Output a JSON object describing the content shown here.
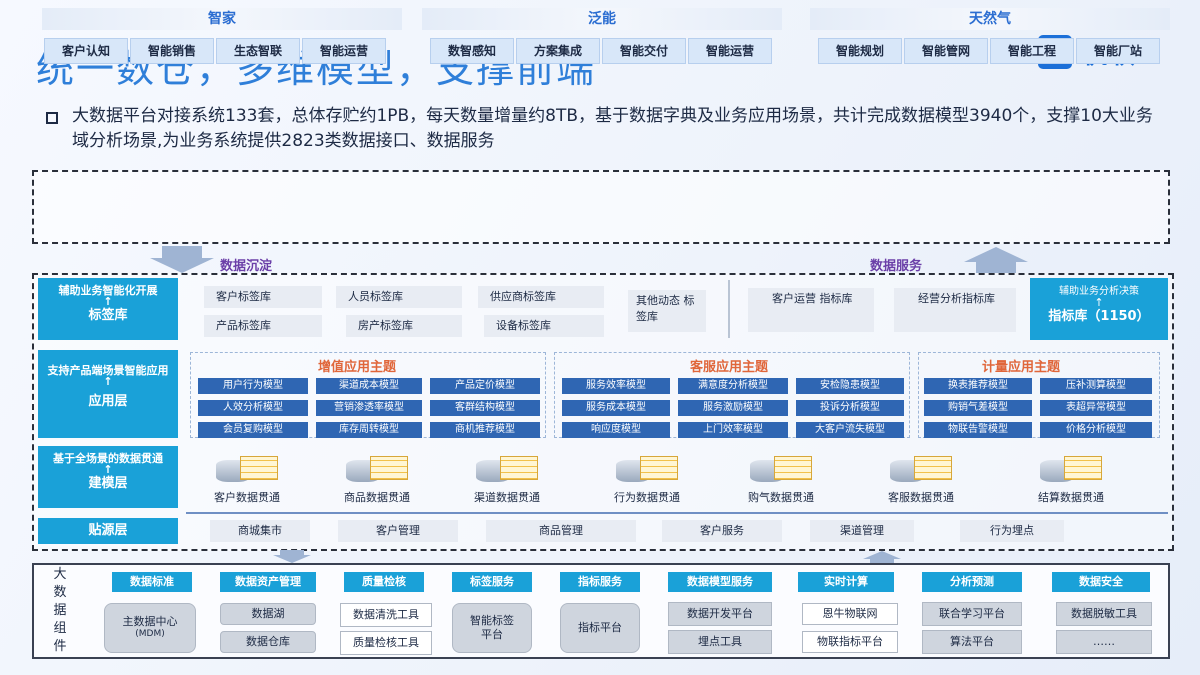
{
  "title": "统一数仓，多维模型，支撑前端",
  "logo": {
    "text": "帆软"
  },
  "bullet": "大数据平台对接系统133套，总体存贮约1PB，每天数量增量约8TB，基于数据字典及业务应用场景，共计完成数据模型3940个，支撑10大业务域分析场景,为业务系统提供2823类数据接口、数据服务",
  "domains": [
    {
      "name": "智家",
      "items": [
        "客户认知",
        "智能销售",
        "生态智联",
        "智能运营"
      ]
    },
    {
      "name": "泛能",
      "items": [
        "数智感知",
        "方案集成",
        "智能交付",
        "智能运营"
      ]
    },
    {
      "name": "天然气",
      "items": [
        "智能规划",
        "智能管网",
        "智能工程",
        "智能厂站"
      ]
    }
  ],
  "flows": {
    "left": "数据沉淀",
    "right": "数据服务"
  },
  "tag_layer": {
    "label_small": "辅助业务智能化开展",
    "label_arrow": "↑",
    "label_big": "标签库",
    "tags": [
      "客户标签库",
      "人员标签库",
      "供应商标签库",
      "产品标签库",
      "房产标签库",
      "设备标签库"
    ],
    "other": "其他动态 标签库",
    "indicators": [
      "客户运营 指标库",
      "经营分析指标库"
    ],
    "indicator_box_small": "辅助业务分析决策",
    "indicator_box_arrow": "↑",
    "indicator_box_big": "指标库（1150）"
  },
  "app_layer": {
    "label_small": "支持产品端场景智能应用",
    "label_arrow": "↑",
    "label_big": "应用层",
    "themes": [
      {
        "title": "增值应用主题",
        "models": [
          "用户行为模型",
          "渠道成本模型",
          "产品定价模型",
          "人效分析模型",
          "营销渗透率模型",
          "客群结构模型",
          "会员复购模型",
          "库存周转模型",
          "商机推荐模型"
        ]
      },
      {
        "title": "客服应用主题",
        "models": [
          "服务效率模型",
          "满意度分析模型",
          "安检隐患模型",
          "服务成本模型",
          "服务激励模型",
          "投诉分析模型",
          "响应度模型",
          "上门效率模型",
          "大客户流失模型"
        ]
      },
      {
        "title": "计量应用主题",
        "models": [
          "换表推荐模型",
          "压补测算模型",
          "购销气差模型",
          "表超异常模型",
          "物联告警模型",
          "价格分析模型"
        ]
      }
    ]
  },
  "model_layer": {
    "label_small": "基于全场景的数据贯通",
    "label_arrow": "↑",
    "label_big": "建模层",
    "items": [
      "客户数据贯通",
      "商品数据贯通",
      "渠道数据贯通",
      "行为数据贯通",
      "购气数据贯通",
      "客服数据贯通",
      "结算数据贯通"
    ]
  },
  "source_layer": {
    "label": "贴源层",
    "items": [
      "商城集市",
      "客户管理",
      "商品管理",
      "客户服务",
      "渠道管理",
      "行为埋点"
    ]
  },
  "components": {
    "side": [
      "大",
      "数",
      "据",
      "组",
      "件"
    ],
    "top": [
      "数据标准",
      "数据资产管理",
      "质量检核",
      "标签服务",
      "指标服务",
      "数据模型服务",
      "实时计算",
      "分析预测",
      "数据安全"
    ],
    "bottom": {
      "mdm_main": "主数据中心",
      "mdm_sub": "(MDM)",
      "lake": "数据湖",
      "warehouse": "数据仓库",
      "clean": "数据清洗工具",
      "check": "质量检核工具",
      "smart_tag_1": "智能标签",
      "smart_tag_2": "平台",
      "indicator": "指标平台",
      "dev": "数据开发平台",
      "tracking": "埋点工具",
      "iot1": "恩牛物联网",
      "iot2": "物联指标平台",
      "fed": "联合学习平台",
      "algo": "算法平台",
      "mask": "数据脱敏工具",
      "more": "……"
    }
  }
}
